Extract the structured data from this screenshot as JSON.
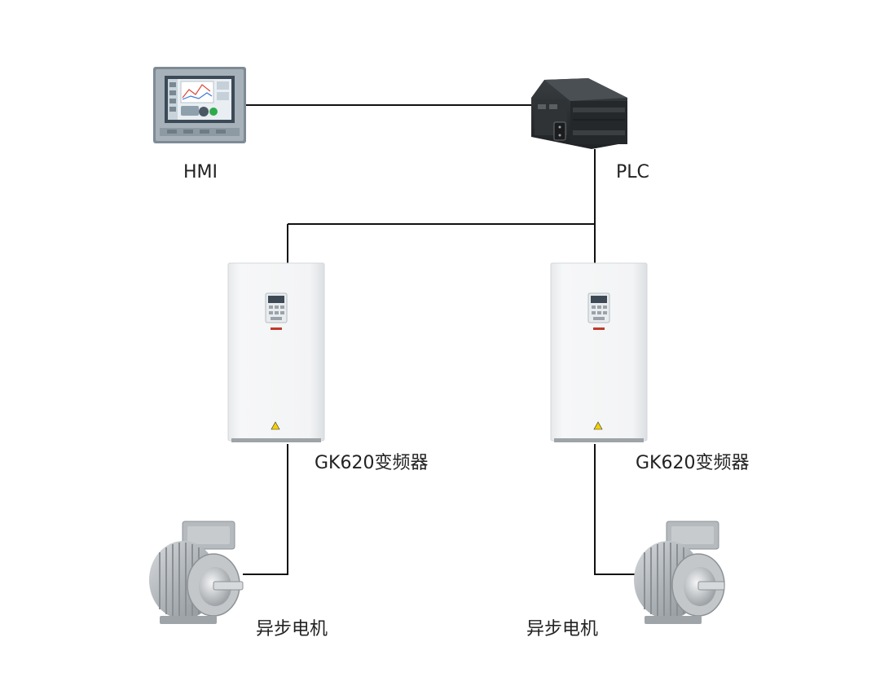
{
  "labels": {
    "hmi": "HMI",
    "plc": "PLC",
    "inverter_left": "GK620变频器",
    "inverter_right": "GK620变频器",
    "motor_left": "异步电机",
    "motor_right": "异步电机"
  },
  "colors": {
    "wire": "#111111",
    "label_text": "#222222",
    "inverter_body": "#f2f3f4",
    "plc_body": "#2b2e30",
    "hmi_frame": "#8a96a0",
    "motor_body": "#b7bcc0",
    "brand_red": "#c0392b",
    "warning_yellow": "#f4d000"
  }
}
